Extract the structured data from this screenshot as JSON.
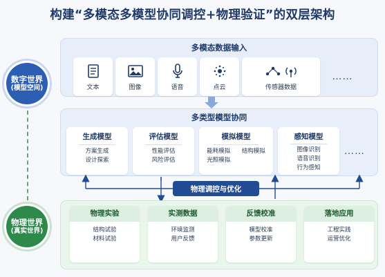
{
  "title": "构建“多模态多模型协同调控+物理验证”的双层架构",
  "worlds": {
    "digital": {
      "line1": "数字世界",
      "line2": "(模型空间)"
    },
    "physical": {
      "line1": "物理世界",
      "line2": "(真实世界)"
    }
  },
  "input": {
    "header": "多模态数据输入",
    "items": [
      {
        "label": "文本",
        "icon": "document-icon"
      },
      {
        "label": "图像",
        "icon": "image-icon"
      },
      {
        "label": "语音",
        "icon": "microphone-icon"
      },
      {
        "label": "点云",
        "icon": "point-cloud-icon"
      },
      {
        "label": "传感器数据",
        "icon": "sensor-icon"
      }
    ],
    "more": "……"
  },
  "models": {
    "header": "多类型模型协同",
    "cards": [
      {
        "title": "生成模型",
        "lines": [
          "方案生成",
          "设计探索"
        ]
      },
      {
        "title": "评估模型",
        "lines": [
          "性能评估",
          "风险评估"
        ]
      },
      {
        "title": "模拟模型",
        "grid": [
          "能耗模拟",
          "结构模拟",
          "光照模拟",
          ""
        ]
      },
      {
        "title": "感知模型",
        "lines": [
          "图像识别",
          "语音识别",
          "行为感知"
        ]
      }
    ],
    "more": "……"
  },
  "banner": "物理调控与优化",
  "physical": {
    "cards": [
      {
        "title": "物理实验",
        "lines": [
          "结构试验",
          "材料试验"
        ]
      },
      {
        "title": "实测数据",
        "lines": [
          "环境监测",
          "用户反馈"
        ]
      },
      {
        "title": "反馈校准",
        "lines": [
          "模型校准",
          "参数更新"
        ]
      },
      {
        "title": "落地应用",
        "lines": [
          "工程实践",
          "运营优化"
        ]
      }
    ]
  },
  "colors": {
    "navy": "#1f3a68",
    "blue": "#2c5fb3",
    "green": "#2e8a4a",
    "banner": "#214c93"
  }
}
